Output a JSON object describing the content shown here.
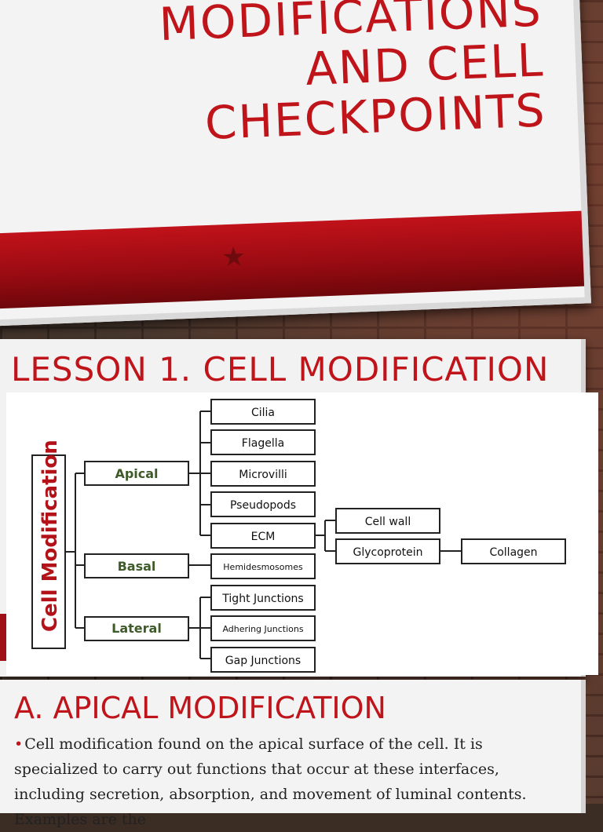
{
  "slide1": {
    "title_lines": [
      "MODIFICATIONS",
      "AND CELL",
      "CHECKPOINTS"
    ],
    "icon": "star-icon"
  },
  "slide2": {
    "title": "LESSON 1. CELL MODIFICATION",
    "diagram": {
      "root": "Cell Modification",
      "categories": [
        "Apical",
        "Basal",
        "Lateral"
      ],
      "apical_items": [
        "Cilia",
        "Flagella",
        "Microvilli",
        "Pseudopods",
        "ECM"
      ],
      "ecm_items": [
        "Cell wall",
        "Glycoprotein"
      ],
      "glycoprotein_items": [
        "Collagen"
      ],
      "basal_items": [
        "Hemidesmosomes"
      ],
      "lateral_items": [
        "Tight Junctions",
        "Adhering Junctions",
        "Gap Junctions"
      ]
    }
  },
  "slide3": {
    "title": "A. APICAL MODIFICATION",
    "bullet_text": "Cell modification found on the apical surface of the cell. It is specialized to carry out functions that occur at these interfaces, including secretion, absorption, and movement of luminal contents. Examples are the"
  },
  "colors": {
    "accent_red": "#c0141b",
    "band_dark_red": "#9a0b12",
    "category_green": "#3f5b2a"
  }
}
